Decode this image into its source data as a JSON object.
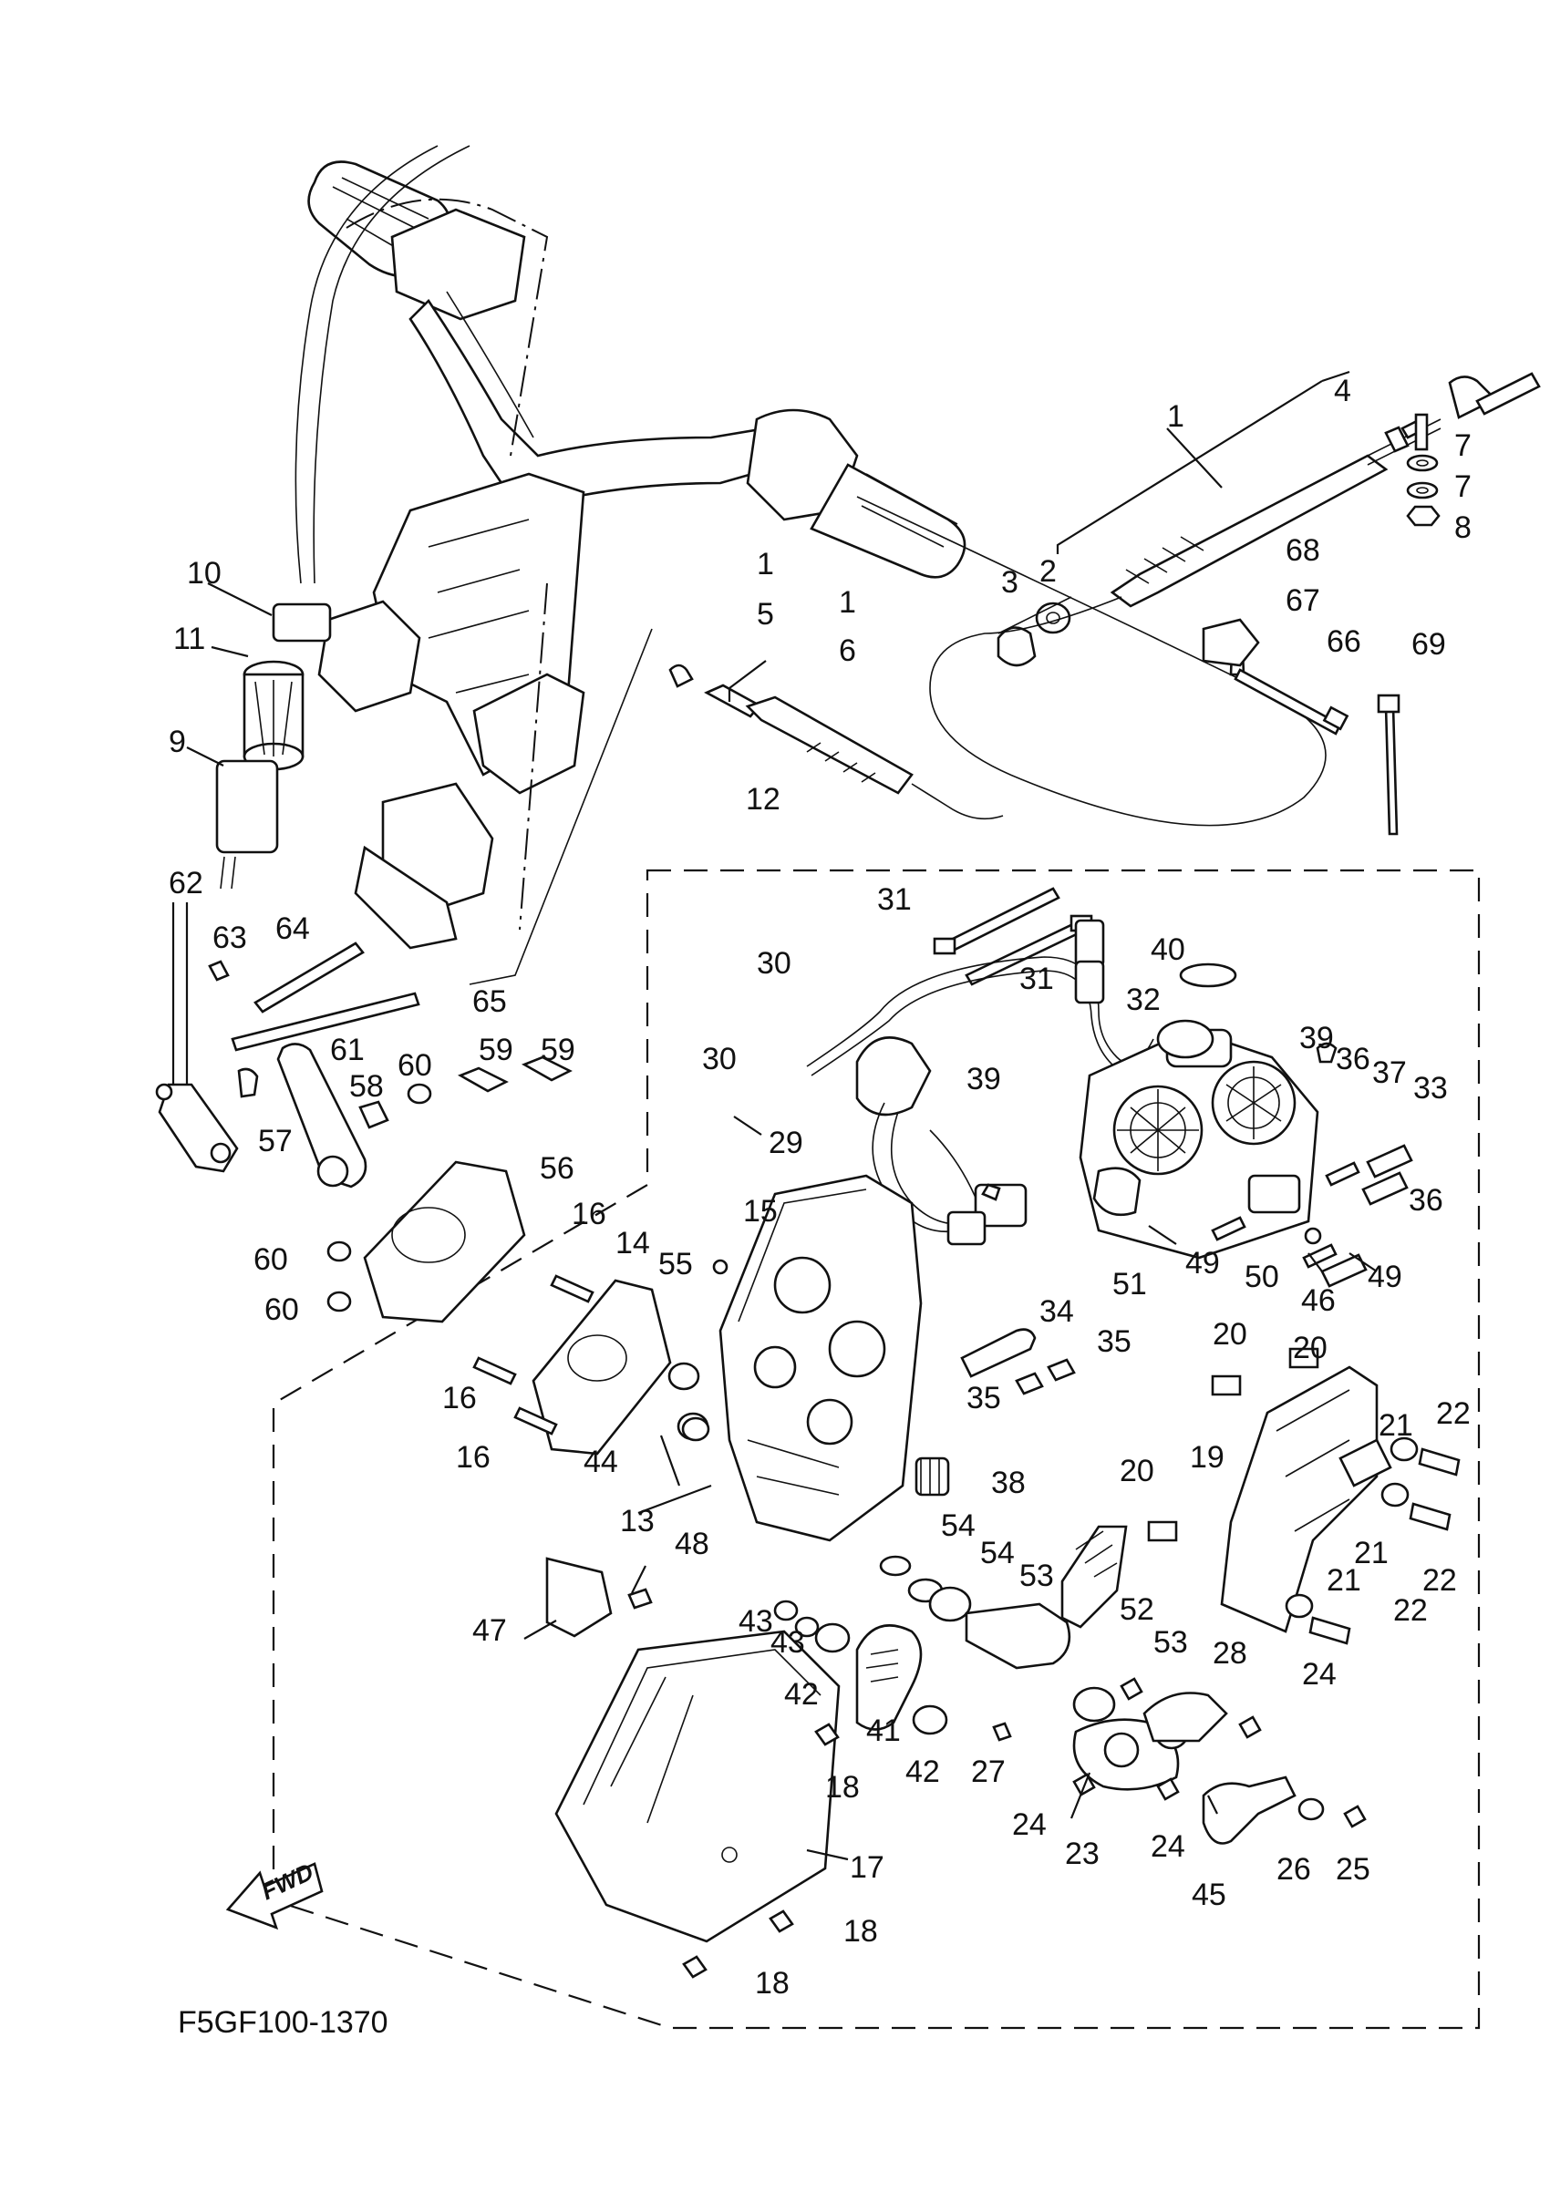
{
  "diagram": {
    "code": "F5GF100-1370",
    "fwd_label": "FWD",
    "callouts": [
      {
        "id": "c1a",
        "text": "1"
      },
      {
        "id": "c2",
        "text": "2"
      },
      {
        "id": "c3",
        "text": "3"
      },
      {
        "id": "c4",
        "text": "4"
      },
      {
        "id": "c7a",
        "text": "7"
      },
      {
        "id": "c7b",
        "text": "7"
      },
      {
        "id": "c8",
        "text": "8"
      },
      {
        "id": "c1b",
        "text": "1"
      },
      {
        "id": "c5",
        "text": "5"
      },
      {
        "id": "c1c",
        "text": "1"
      },
      {
        "id": "c6",
        "text": "6"
      },
      {
        "id": "c9",
        "text": "9"
      },
      {
        "id": "c10",
        "text": "10"
      },
      {
        "id": "c11",
        "text": "11"
      },
      {
        "id": "c12",
        "text": "12"
      },
      {
        "id": "c13",
        "text": "13"
      },
      {
        "id": "c14",
        "text": "14"
      },
      {
        "id": "c15",
        "text": "15"
      },
      {
        "id": "c16a",
        "text": "16"
      },
      {
        "id": "c16b",
        "text": "16"
      },
      {
        "id": "c16c",
        "text": "16"
      },
      {
        "id": "c17",
        "text": "17"
      },
      {
        "id": "c18a",
        "text": "18"
      },
      {
        "id": "c18b",
        "text": "18"
      },
      {
        "id": "c18c",
        "text": "18"
      },
      {
        "id": "c19",
        "text": "19"
      },
      {
        "id": "c20a",
        "text": "20"
      },
      {
        "id": "c20b",
        "text": "20"
      },
      {
        "id": "c20c",
        "text": "20"
      },
      {
        "id": "c21a",
        "text": "21"
      },
      {
        "id": "c21b",
        "text": "21"
      },
      {
        "id": "c21c",
        "text": "21"
      },
      {
        "id": "c22a",
        "text": "22"
      },
      {
        "id": "c22b",
        "text": "22"
      },
      {
        "id": "c22c",
        "text": "22"
      },
      {
        "id": "c23",
        "text": "23"
      },
      {
        "id": "c24a",
        "text": "24"
      },
      {
        "id": "c24b",
        "text": "24"
      },
      {
        "id": "c24c",
        "text": "24"
      },
      {
        "id": "c25",
        "text": "25"
      },
      {
        "id": "c26",
        "text": "26"
      },
      {
        "id": "c27",
        "text": "27"
      },
      {
        "id": "c28",
        "text": "28"
      },
      {
        "id": "c29",
        "text": "29"
      },
      {
        "id": "c30a",
        "text": "30"
      },
      {
        "id": "c30b",
        "text": "30"
      },
      {
        "id": "c31a",
        "text": "31"
      },
      {
        "id": "c31b",
        "text": "31"
      },
      {
        "id": "c32",
        "text": "32"
      },
      {
        "id": "c33",
        "text": "33"
      },
      {
        "id": "c34",
        "text": "34"
      },
      {
        "id": "c35a",
        "text": "35"
      },
      {
        "id": "c35b",
        "text": "35"
      },
      {
        "id": "c36a",
        "text": "36"
      },
      {
        "id": "c36b",
        "text": "36"
      },
      {
        "id": "c37",
        "text": "37"
      },
      {
        "id": "c38",
        "text": "38"
      },
      {
        "id": "c39a",
        "text": "39"
      },
      {
        "id": "c39b",
        "text": "39"
      },
      {
        "id": "c40",
        "text": "40"
      },
      {
        "id": "c41",
        "text": "41"
      },
      {
        "id": "c42a",
        "text": "42"
      },
      {
        "id": "c42b",
        "text": "42"
      },
      {
        "id": "c43a",
        "text": "43"
      },
      {
        "id": "c43b",
        "text": "43"
      },
      {
        "id": "c44",
        "text": "44"
      },
      {
        "id": "c45",
        "text": "45"
      },
      {
        "id": "c46",
        "text": "46"
      },
      {
        "id": "c47",
        "text": "47"
      },
      {
        "id": "c48",
        "text": "48"
      },
      {
        "id": "c49a",
        "text": "49"
      },
      {
        "id": "c49b",
        "text": "49"
      },
      {
        "id": "c50",
        "text": "50"
      },
      {
        "id": "c51",
        "text": "51"
      },
      {
        "id": "c52",
        "text": "52"
      },
      {
        "id": "c53a",
        "text": "53"
      },
      {
        "id": "c53b",
        "text": "53"
      },
      {
        "id": "c54a",
        "text": "54"
      },
      {
        "id": "c54b",
        "text": "54"
      },
      {
        "id": "c55",
        "text": "55"
      },
      {
        "id": "c56",
        "text": "56"
      },
      {
        "id": "c57",
        "text": "57"
      },
      {
        "id": "c58",
        "text": "58"
      },
      {
        "id": "c59a",
        "text": "59"
      },
      {
        "id": "c59b",
        "text": "59"
      },
      {
        "id": "c60a",
        "text": "60"
      },
      {
        "id": "c60b",
        "text": "60"
      },
      {
        "id": "c60c",
        "text": "60"
      },
      {
        "id": "c61",
        "text": "61"
      },
      {
        "id": "c62",
        "text": "62"
      },
      {
        "id": "c63",
        "text": "63"
      },
      {
        "id": "c64",
        "text": "64"
      },
      {
        "id": "c65",
        "text": "65"
      },
      {
        "id": "c66",
        "text": "66"
      },
      {
        "id": "c67",
        "text": "67"
      },
      {
        "id": "c68",
        "text": "68"
      },
      {
        "id": "c69",
        "text": "69"
      }
    ]
  }
}
